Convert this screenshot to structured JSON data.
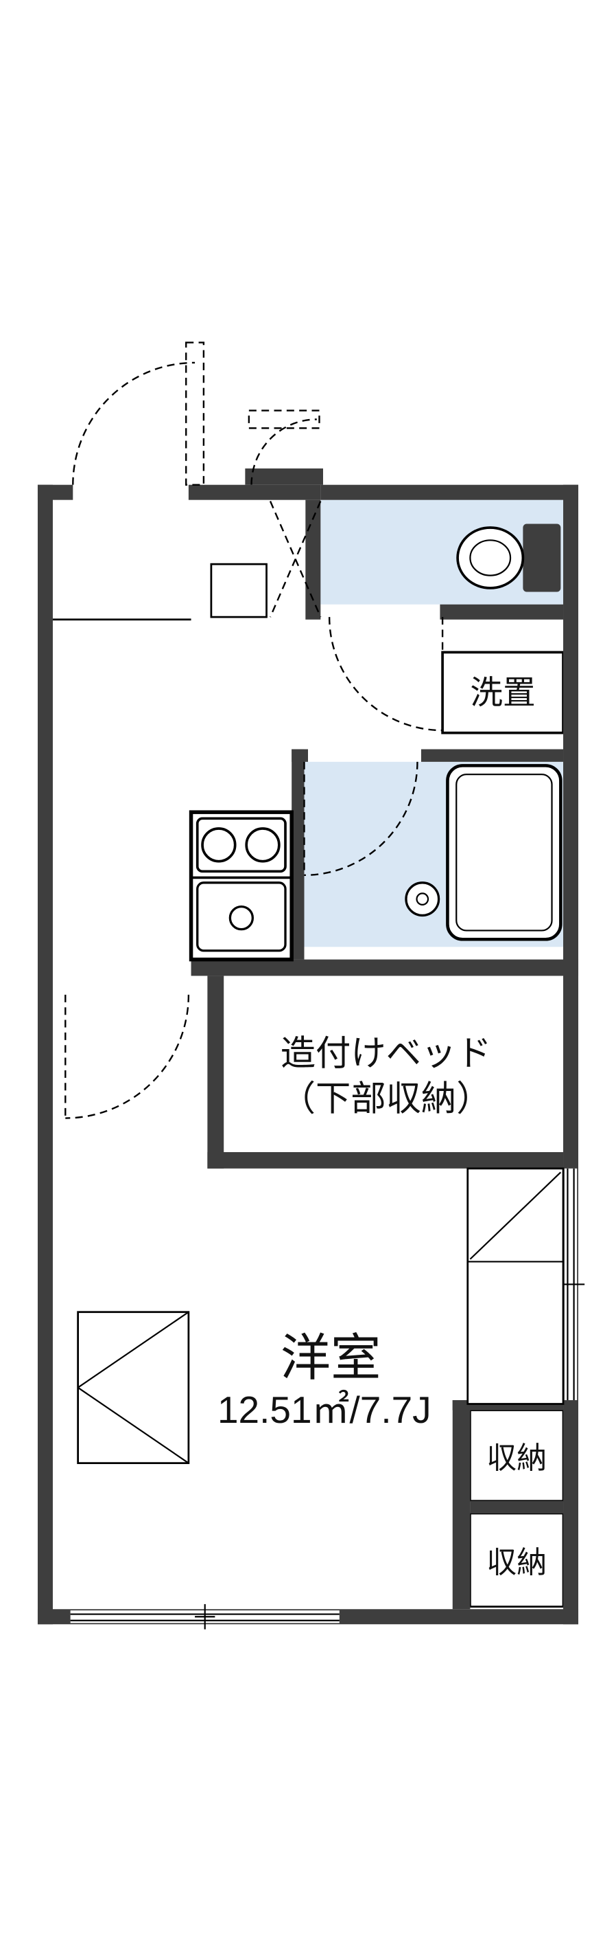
{
  "labels": {
    "laundry": "洗置",
    "bed_line1": "造付けベッド",
    "bed_line2": "（下部収納）",
    "room_name": "洋室",
    "room_area": "12.51㎡/7.7J",
    "storage_upper": "収納",
    "storage_lower": "収納"
  },
  "colors": {
    "wall": "#3e3e3e",
    "wet_area_fill": "#d9e7f4",
    "storage_fill": "#f7ebcd",
    "line": "#000000",
    "background": "#ffffff"
  }
}
